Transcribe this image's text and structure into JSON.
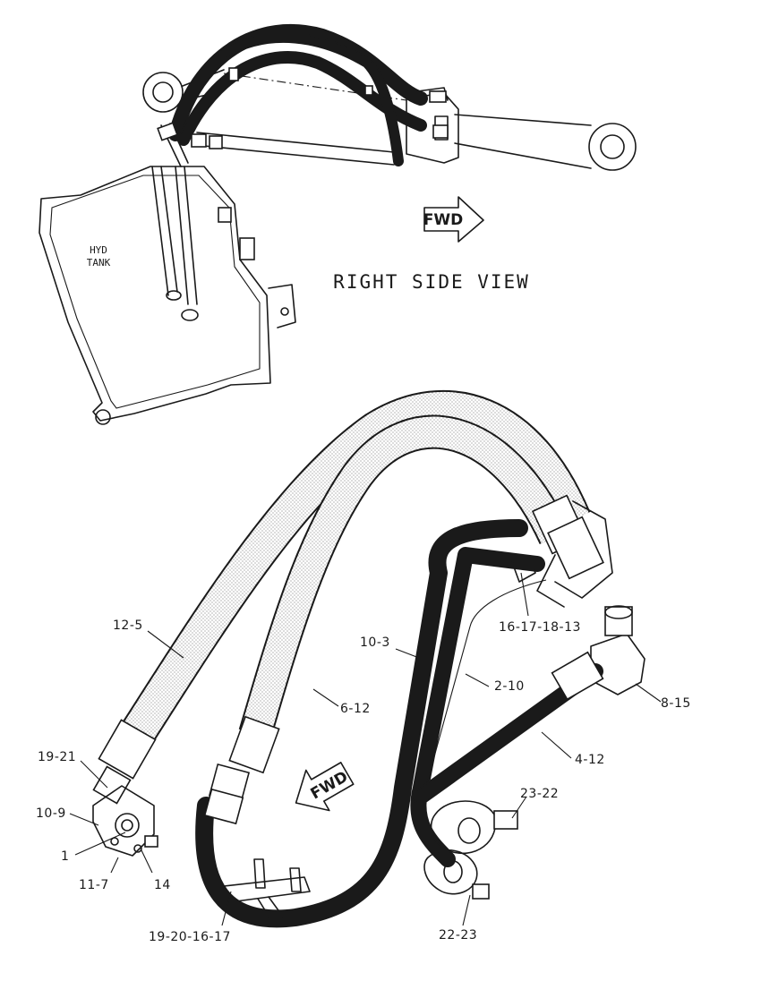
{
  "view_title": "RIGHT SIDE VIEW",
  "fwd_upper": "FWD",
  "fwd_lower": "FWD",
  "tank_line1": "HYD",
  "tank_line2": "TANK",
  "callouts": [
    {
      "id": "c1",
      "text": "12-5"
    },
    {
      "id": "c2",
      "text": "10-3"
    },
    {
      "id": "c3",
      "text": "16-17-18-13"
    },
    {
      "id": "c4",
      "text": "2-10"
    },
    {
      "id": "c5",
      "text": "8-15"
    },
    {
      "id": "c6",
      "text": "6-12"
    },
    {
      "id": "c7",
      "text": "4-12"
    },
    {
      "id": "c8",
      "text": "19-21"
    },
    {
      "id": "c9",
      "text": "10-9"
    },
    {
      "id": "c10",
      "text": "1"
    },
    {
      "id": "c11",
      "text": "11-7"
    },
    {
      "id": "c12",
      "text": "14"
    },
    {
      "id": "c13",
      "text": "23-22"
    },
    {
      "id": "c14",
      "text": "22-23"
    },
    {
      "id": "c15",
      "text": "19-20-16-17"
    }
  ]
}
